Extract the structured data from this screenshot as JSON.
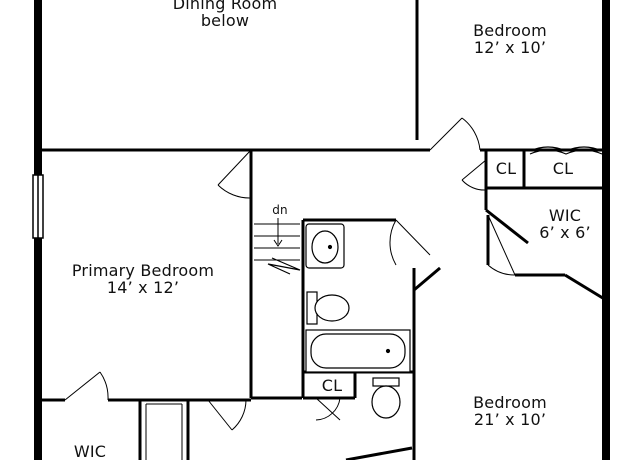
{
  "rooms": {
    "dining": {
      "name": "Dining Room",
      "note": "below"
    },
    "bedroom_top": {
      "name": "Bedroom",
      "dims": "12’ x 10’"
    },
    "primary": {
      "name": "Primary Bedroom",
      "dims": "14’ x 12’"
    },
    "wic_right": {
      "name": "WIC",
      "dims": "6’ x 6’"
    },
    "bedroom_bottom": {
      "name": "Bedroom",
      "dims": "21’ x 10’"
    },
    "wic_bottom": {
      "name": "WIC"
    }
  },
  "closets": {
    "cl_left": "CL",
    "cl_right": "CL",
    "cl_bath": "CL"
  },
  "stairs": {
    "direction": "dn"
  },
  "colors": {
    "wall": "#000000",
    "background": "#ffffff",
    "text": "#111111"
  }
}
